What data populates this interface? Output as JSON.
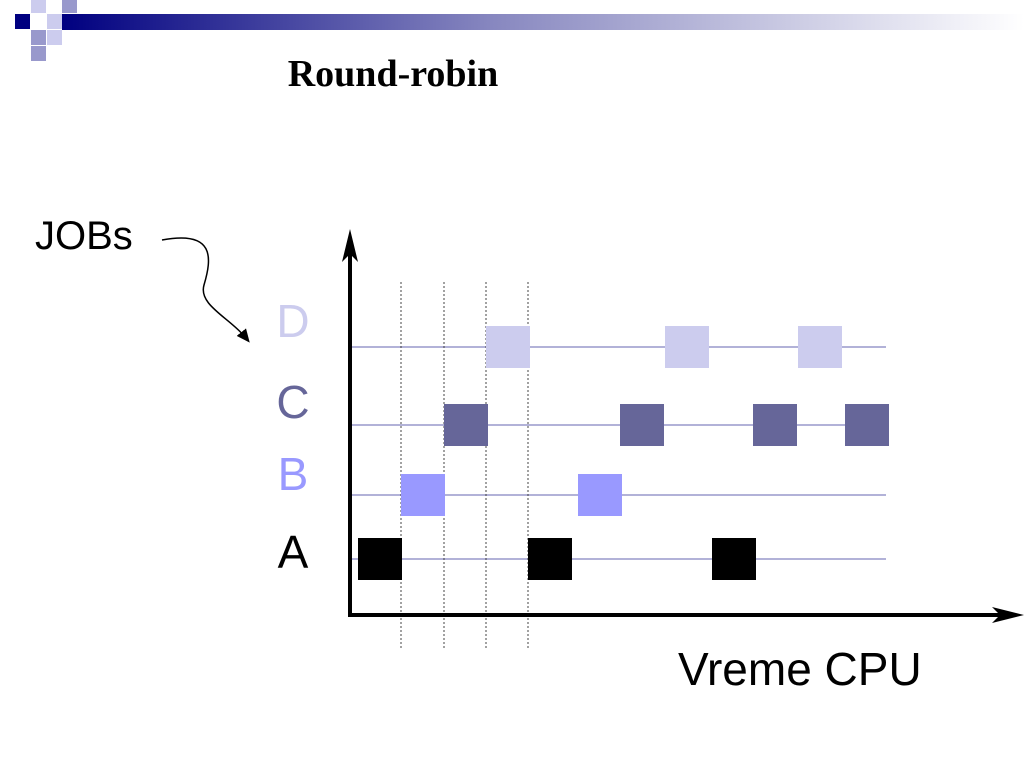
{
  "title": "Round-robin",
  "jobs_label": "JOBs",
  "x_axis_label": "Vreme CPU",
  "colors": {
    "A": "#000000",
    "B": "#9999ff",
    "C": "#666699",
    "D": "#ccccee",
    "track_line": "#9999cc",
    "deco_dark": "#000080"
  },
  "jobs": [
    {
      "name": "A",
      "label_color": "#000000"
    },
    {
      "name": "B",
      "label_color": "#9999ff"
    },
    {
      "name": "C",
      "label_color": "#666699"
    },
    {
      "name": "D",
      "label_color": "#ccccee"
    }
  ],
  "schedule": [
    {
      "job": "A",
      "slot": 0
    },
    {
      "job": "B",
      "slot": 1
    },
    {
      "job": "C",
      "slot": 2
    },
    {
      "job": "D",
      "slot": 3
    },
    {
      "job": "A",
      "slot": 4
    },
    {
      "job": "B",
      "slot": 5
    },
    {
      "job": "C",
      "slot": 6
    },
    {
      "job": "D",
      "slot": 7
    },
    {
      "job": "A",
      "slot": 8
    },
    {
      "job": "C",
      "slot": 9
    },
    {
      "job": "D",
      "slot": 10
    },
    {
      "job": "C",
      "slot": 11
    }
  ]
}
